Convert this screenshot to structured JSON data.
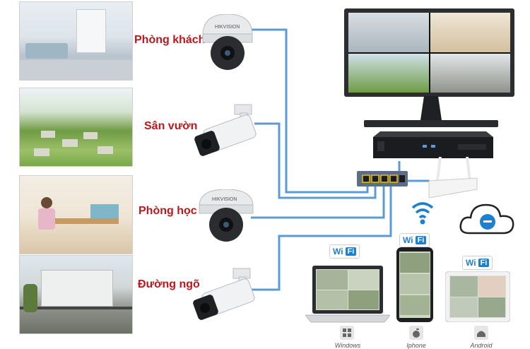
{
  "rooms": [
    {
      "label": "Phòng khách",
      "camera": "dome"
    },
    {
      "label": "Sân vườn",
      "camera": "bullet"
    },
    {
      "label": "Phòng học",
      "camera": "dome"
    },
    {
      "label": "Đường ngõ",
      "camera": "bullet"
    }
  ],
  "camera_brand": "HIKVISION",
  "wifi": {
    "wi": "Wi",
    "fi": "Fi"
  },
  "devices": [
    {
      "label": "Windows",
      "icon": "windows-icon"
    },
    {
      "label": "Iphone",
      "icon": "apple-icon"
    },
    {
      "label": "Android",
      "icon": "android-icon"
    }
  ],
  "colors": {
    "label_red": "#c0161b",
    "cable_blue": "#5b9bd5",
    "wifi_blue": "#1d7fd0"
  }
}
